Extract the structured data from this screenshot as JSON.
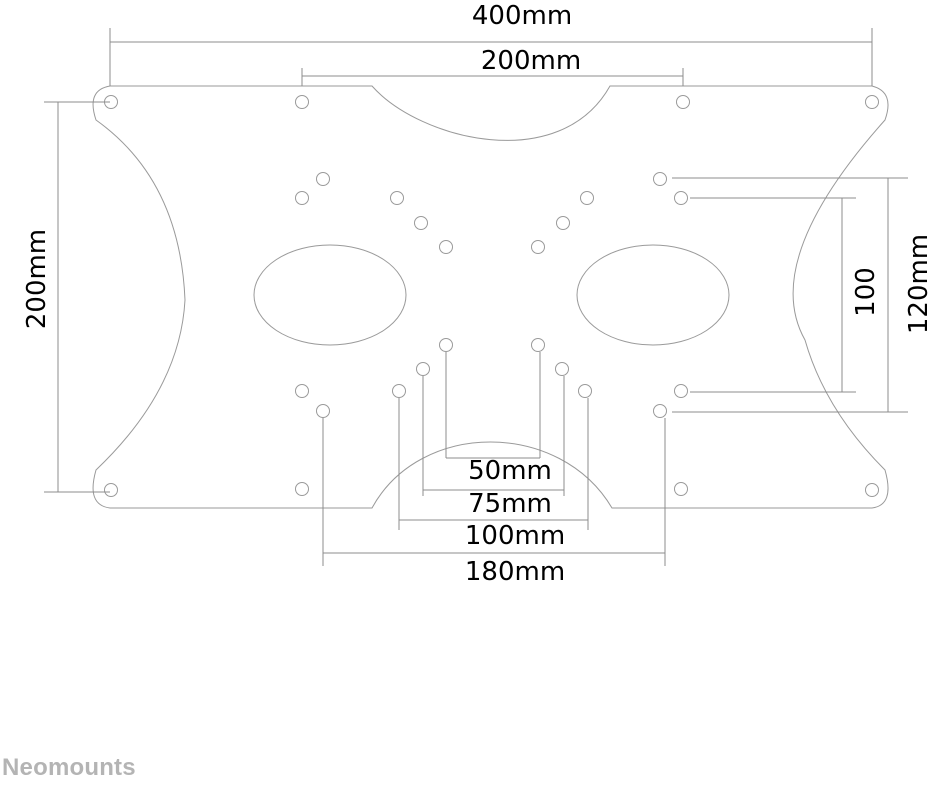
{
  "dimensions": {
    "width_400": "400mm",
    "width_200": "200mm",
    "height_200": "200mm",
    "height_120": "120mm",
    "height_100": "100",
    "spacing_50": "50mm",
    "spacing_75": "75mm",
    "spacing_100": "100mm",
    "spacing_180": "180mm"
  },
  "brand": "Neomounts",
  "colors": {
    "outline": "#9a9a9a",
    "dimension_line": "#8c8c8c",
    "text": "#000000",
    "brand": "#b4b4b4"
  }
}
